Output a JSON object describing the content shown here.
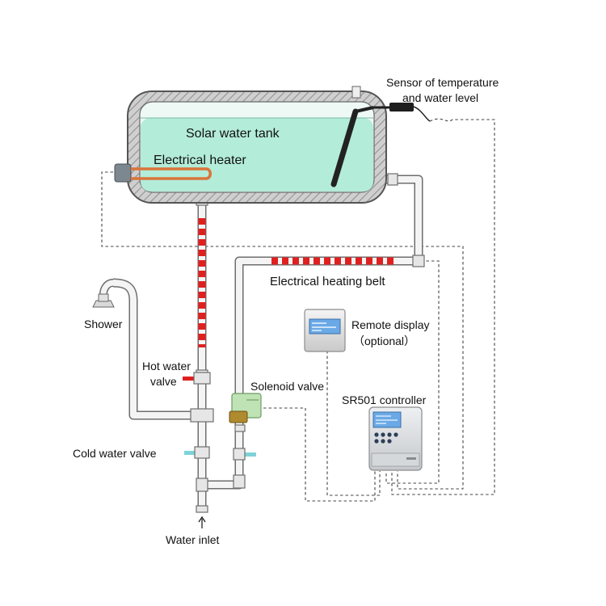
{
  "title": "",
  "labels": {
    "tank": "Solar water tank",
    "heater": "Electrical heater",
    "sensor_line1": "Sensor of temperature",
    "sensor_line2": "and water level",
    "heating_belt": "Electrical heating belt",
    "shower": "Shower",
    "remote_line1": "Remote display",
    "remote_line2": "（optional）",
    "hot_line1": "Hot water",
    "hot_line2": "valve",
    "solenoid": "Solenoid valve",
    "controller": "SR501 controller",
    "cold": "Cold water valve",
    "inlet": "Water inlet"
  },
  "colors": {
    "water": "#b3ecd8",
    "insulation": "#c9c9c9",
    "tank_outline": "#555555",
    "heating_belt": "#e0201f",
    "heater": "#d9743a",
    "pipe": "#6e6e6e",
    "pipe_fill": "#f4f4f4",
    "valve_handle": "#7fd3d8",
    "solenoid_body": "#bfe3b4",
    "lcd": "#6aa9e6"
  },
  "icons": {
    "arrow": "arrow-up-icon",
    "shower": "shower-head-icon"
  }
}
